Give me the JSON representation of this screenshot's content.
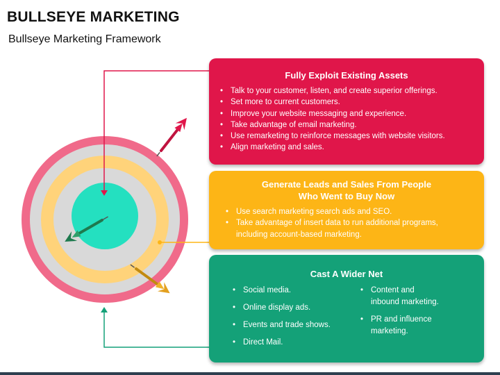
{
  "header": {
    "title": "BULLSEYE MARKETING",
    "subtitle": "Bullseye Marketing Framework"
  },
  "colors": {
    "red": "#E0164A",
    "red_ring": "#F06A8A",
    "gray_ring": "#D9D9D9",
    "amber": "#FDB516",
    "amber_ring": "#FFD37A",
    "teal_center": "#24E0C0",
    "green": "#14A178",
    "footer": "#2E3F4F"
  },
  "boxes": {
    "red": {
      "title": "Fully Exploit Existing Assets",
      "items": [
        "Talk to your customer, listen, and create superior offerings.",
        "Set more to current customers.",
        "Improve your website messaging and experience.",
        "Take advantage of email marketing.",
        "Use remarketing to reinforce messages with website visitors.",
        "Align marketing and sales."
      ]
    },
    "amber": {
      "title_line1": "Generate Leads and Sales From People",
      "title_line2": "Who Went to Buy Now",
      "items": [
        "Use search marketing search ads and SEO.",
        "Take advantage of insert data to run additional programs, including account-based marketing."
      ]
    },
    "green": {
      "title": "Cast A Wider Net",
      "left_items": [
        "Social media.",
        "Online display ads.",
        "Events and trade shows.",
        "Direct Mail."
      ],
      "right_items": [
        "Content and inbound marketing.",
        "PR and influence marketing."
      ]
    }
  }
}
